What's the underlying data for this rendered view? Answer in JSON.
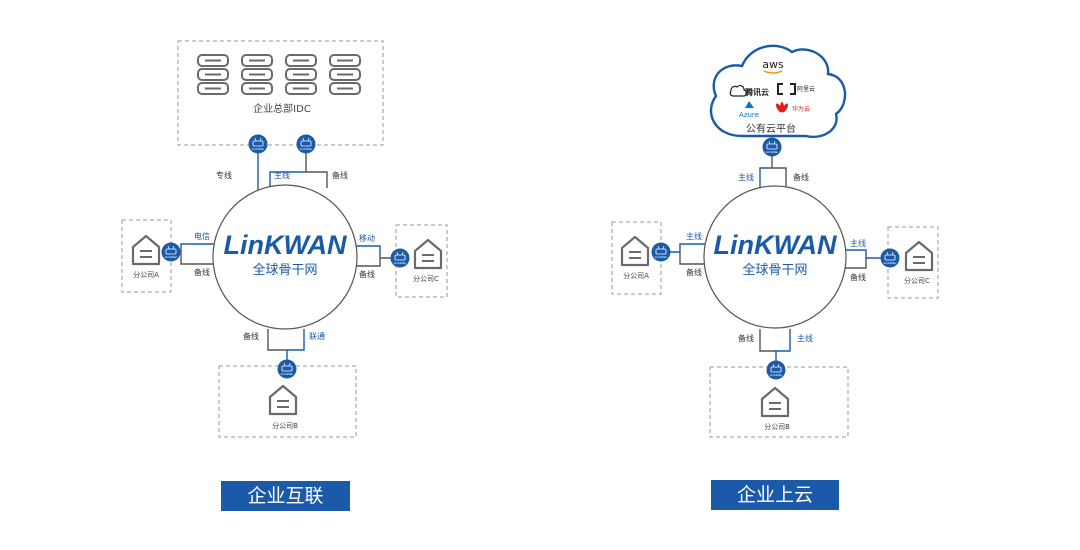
{
  "left": {
    "hq_label": "企业总部IDC",
    "logo": "LinKWAN",
    "subtitle": "全球骨干网",
    "branch_a": "分公司A",
    "branch_b": "分公司B",
    "branch_c": "分公司C",
    "line_zhuanxian": "专线",
    "line_zhu_top": "主线",
    "line_bei_top": "备线",
    "line_dianxin": "电信",
    "line_bei_a": "备线",
    "line_yidong": "移动",
    "line_bei_c": "备线",
    "line_bei_b": "备线",
    "line_liantong": "联通",
    "router_label": "LinkWan",
    "button": "企业互联"
  },
  "right": {
    "cloud_label": "公有云平台",
    "cloud_aws": "aws",
    "cloud_tencent": "腾讯云",
    "cloud_aliyun": "阿里云",
    "cloud_azure": "Azure",
    "cloud_huawei": "华为云",
    "logo": "LinKWAN",
    "subtitle": "全球骨干网",
    "branch_a": "分公司A",
    "branch_b": "分公司B",
    "branch_c": "分公司C",
    "line_zhu_top": "主线",
    "line_bei_top": "备线",
    "line_zhu_a": "主线",
    "line_bei_a": "备线",
    "line_zhu_c": "主线",
    "line_bei_c": "备线",
    "line_bei_b": "备线",
    "line_zhu_b": "主线",
    "router_label": "LinkWan",
    "button": "企业上云"
  },
  "colors": {
    "brand_blue": "#1b5aa8",
    "line_dark": "#555555",
    "dash_gray": "#9a9a9a"
  }
}
